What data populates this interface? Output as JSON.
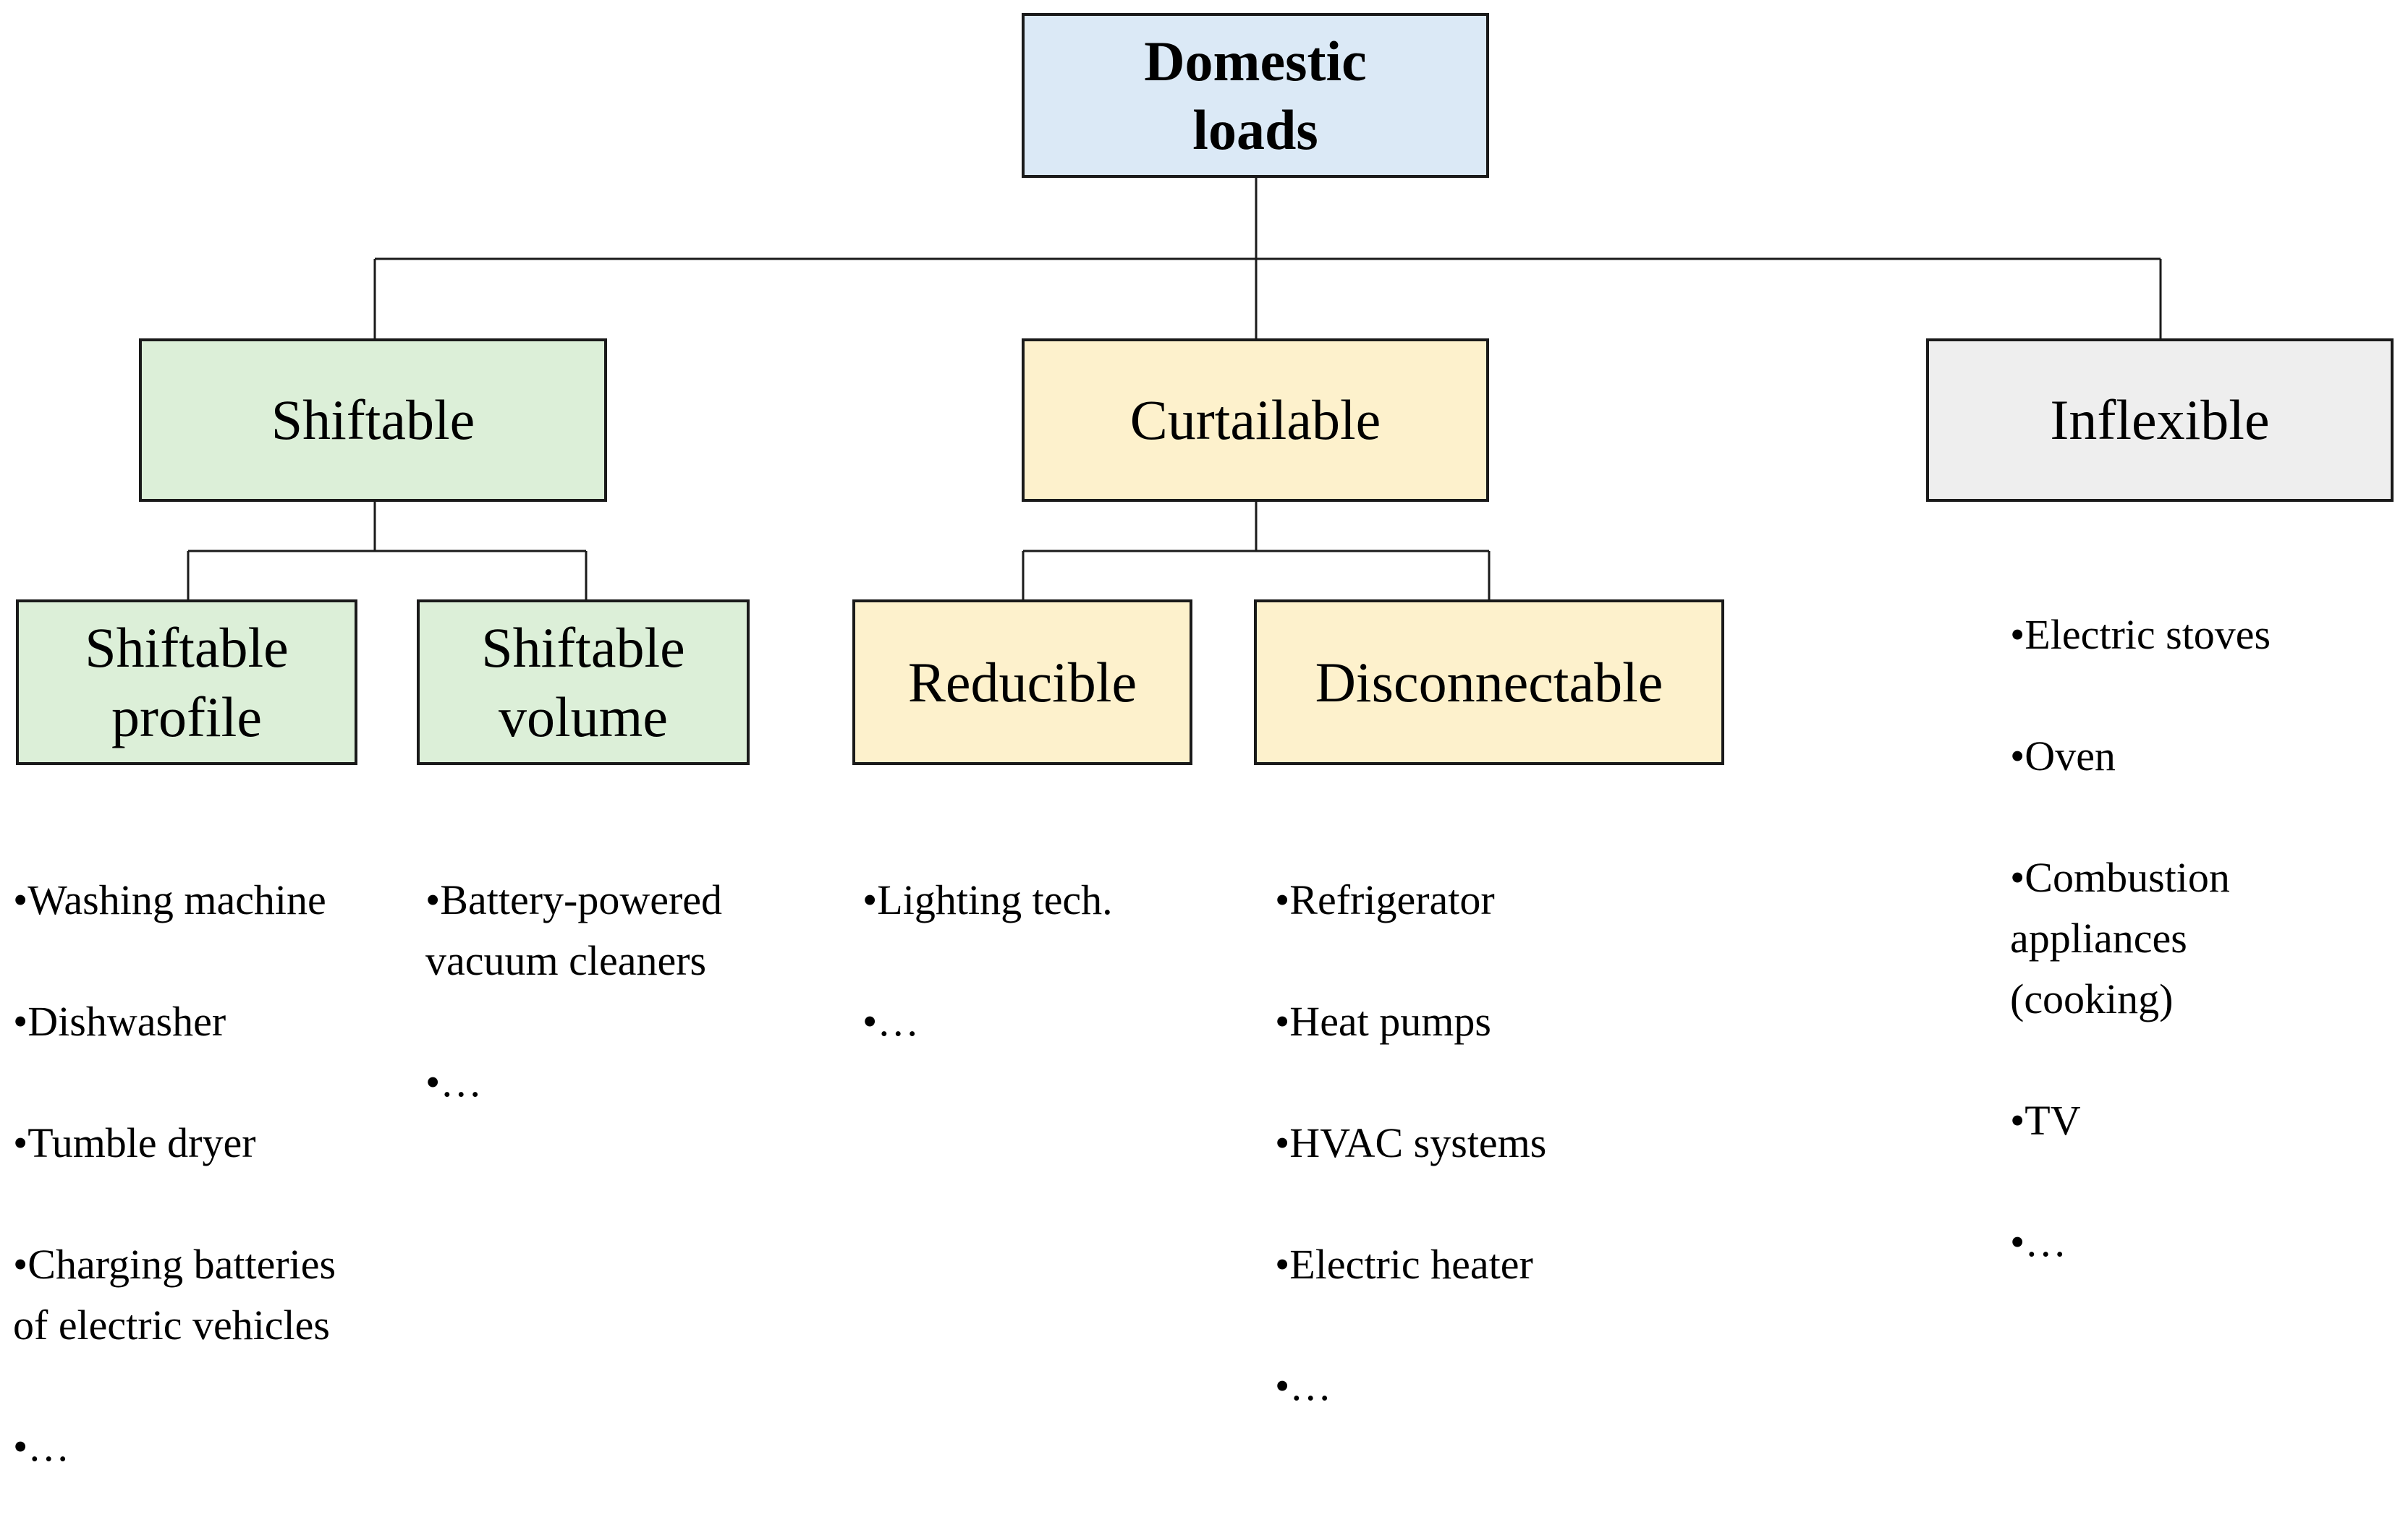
{
  "colors": {
    "root_fill": "#dbe9f6",
    "shiftable_fill": "#dcefd8",
    "curtailable_fill": "#fdf1cc",
    "inflexible_fill": "#eeeeee",
    "border": "#1a1a1a",
    "line": "#1a1a1a"
  },
  "root": {
    "label": "Domestic\nloads"
  },
  "categories": {
    "shiftable": {
      "label": "Shiftable"
    },
    "curtailable": {
      "label": "Curtailable"
    },
    "inflexible": {
      "label": "Inflexible",
      "items": [
        "•Electric stoves",
        "•Oven",
        "•Combustion\nappliances\n(cooking)",
        "•TV",
        "•…"
      ]
    }
  },
  "subcategories": {
    "shiftable_profile": {
      "label": "Shiftable\nprofile",
      "items": [
        "•Washing machine",
        "•Dishwasher",
        "•Tumble dryer",
        "•Charging batteries\n of electric vehicles",
        "•…"
      ]
    },
    "shiftable_volume": {
      "label": "Shiftable\nvolume",
      "items": [
        "•Battery-powered\nvacuum cleaners",
        "•…"
      ]
    },
    "reducible": {
      "label": "Reducible",
      "items": [
        "•Lighting tech.",
        "•…"
      ]
    },
    "disconnectable": {
      "label": "Disconnectable",
      "items": [
        "•Refrigerator",
        "•Heat pumps",
        "•HVAC systems",
        "•Electric heater",
        "•…"
      ]
    }
  }
}
